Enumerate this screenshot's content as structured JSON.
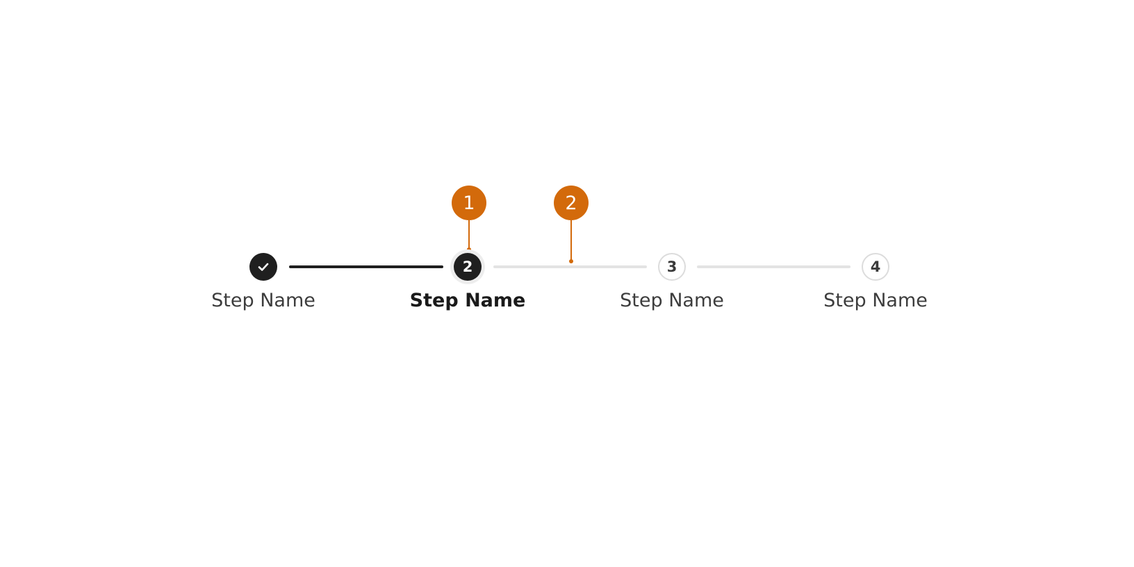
{
  "colors": {
    "callout": "#D36A0B",
    "complete": "#1f1f1f",
    "pending_line": "#e3e3e3",
    "upcoming_border": "#dcdcdc",
    "label": "#3d3d3d"
  },
  "callouts": [
    {
      "label": "1"
    },
    {
      "label": "2"
    }
  ],
  "steps": [
    {
      "state": "complete",
      "marker_text": "",
      "icon": "check-icon",
      "label": "Step Name"
    },
    {
      "state": "current",
      "marker_text": "2",
      "label": "Step Name"
    },
    {
      "state": "upcoming",
      "marker_text": "3",
      "label": "Step Name"
    },
    {
      "state": "upcoming",
      "marker_text": "4",
      "label": "Step Name"
    }
  ]
}
